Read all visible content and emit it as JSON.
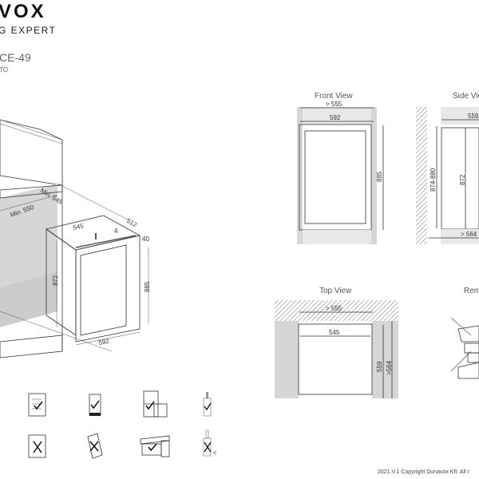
{
  "header": {
    "logo_text": "VOX",
    "tagline": "G EXPERT",
    "model": "CE-49",
    "model_sub": "TO"
  },
  "isometric": {
    "min_width": "Min. 550",
    "min_depth": "Min. 545",
    "top_width": "545",
    "depth": "512",
    "gap": "4",
    "door_gap": "40",
    "height_body": "872",
    "height_total": "885",
    "front_width": "592"
  },
  "front_view": {
    "title": "Front View",
    "niche_width": "> 555",
    "width": "592",
    "height": "885"
  },
  "side_view": {
    "title": "Side Vie",
    "depth": "559",
    "niche_height": "874-880",
    "height": "872",
    "niche_depth": "> 564"
  },
  "top_view": {
    "title": "Top View",
    "niche_width": "> 555",
    "width": "545",
    "depth": "559",
    "niche_depth": ">564"
  },
  "removal": {
    "title": "Rem"
  },
  "icons": [
    "manual-check-icon",
    "freestanding-check-icon",
    "built-in-check-icon",
    "bottle-check-icon",
    "manual-cross-icon",
    "tilted-cross-icon",
    "under-counter-check-icon",
    "bottle-cross-icon"
  ],
  "footer": {
    "copyright": "2021.V.1 Copyright Dunavox Kft. All r"
  }
}
